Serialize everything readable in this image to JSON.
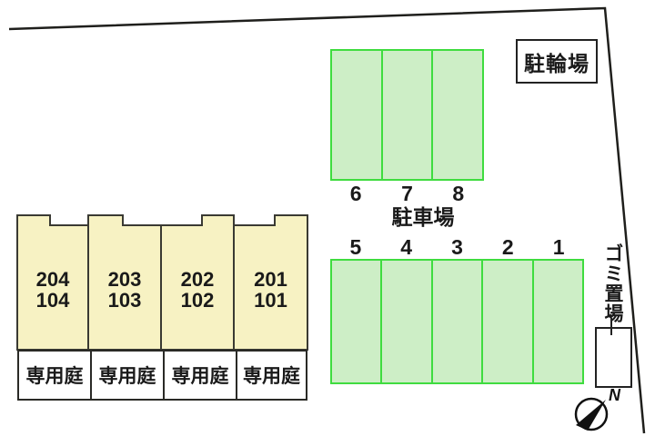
{
  "labels": {
    "bicycle_parking": "駐輪場",
    "parking_lot": "駐車場",
    "garbage_area": "ゴミ置場",
    "private_garden": "専用庭",
    "compass_north": "N"
  },
  "parking": {
    "upper_stall_numbers": [
      "6",
      "7",
      "8"
    ],
    "lower_stall_numbers": [
      "5",
      "4",
      "3",
      "2",
      "1"
    ]
  },
  "building": {
    "units": [
      {
        "second_floor": "204",
        "first_floor": "104"
      },
      {
        "second_floor": "203",
        "first_floor": "103"
      },
      {
        "second_floor": "202",
        "first_floor": "102"
      },
      {
        "second_floor": "201",
        "first_floor": "101"
      }
    ]
  },
  "colors": {
    "stall_fill": "#cdeec6",
    "stall_border": "#3fdc3f",
    "building_fill": "#f7f2c3",
    "line": "#1f1f1c"
  }
}
